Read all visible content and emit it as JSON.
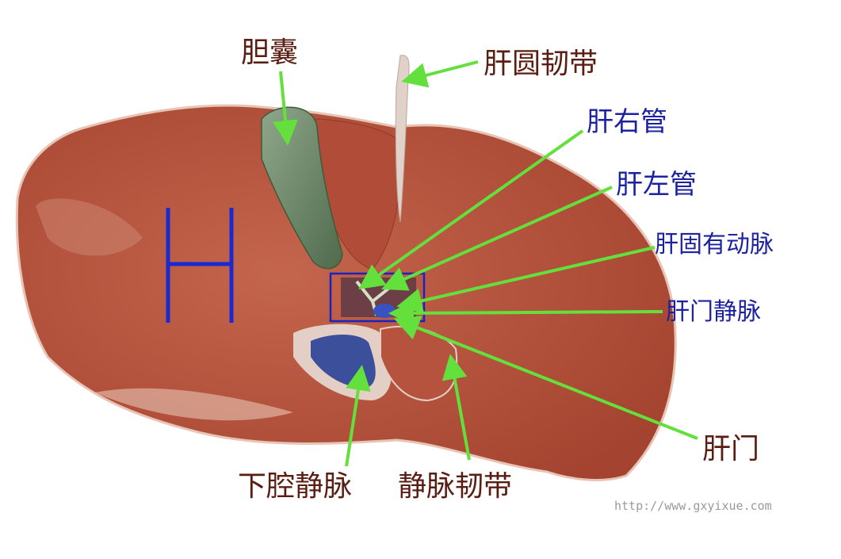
{
  "labels": {
    "gallbladder": "胆囊",
    "round_ligament": "肝圆韧带",
    "right_hepatic_duct": "肝右管",
    "left_hepatic_duct": "肝左管",
    "proper_hepatic_artery": "肝固有动脉",
    "hepatic_portal_vein": "肝门静脉",
    "porta_hepatis": "肝门",
    "inferior_vena_cava": "下腔静脉",
    "ligamentum_venosum": "静脉韧带"
  },
  "watermark": "http://www.gxyixue.com",
  "colors": {
    "liver": "#b5533e",
    "gallbladder": "#6f8a6a",
    "label_dark": "#5a1d12",
    "label_blue": "#1c22a0",
    "arrow": "#63e03c",
    "h_mark": "#1a2ad0"
  }
}
